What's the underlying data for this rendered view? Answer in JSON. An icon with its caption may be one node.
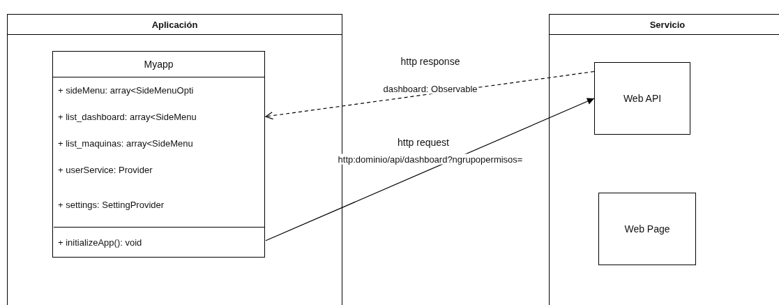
{
  "diagram": {
    "nodes": [
      {
        "text": [
          "Aplicación"
        ]
      },
      {
        "text": [
          "Myapp"
        ],
        "in": 0
      },
      {
        "text": [
          "+ sideMenu: array<SideMenuOpti"
        ],
        "in": 1
      },
      {
        "text": [
          "+ list_dashboard: array<SideMenu"
        ],
        "in": 1
      },
      {
        "text": [
          "+ list_maquinas: array<SideMenu"
        ],
        "in": 1
      },
      {
        "text": [
          "+ userService: Provider"
        ],
        "in": 1
      },
      {
        "text": [
          "+ settings: SettingProvider"
        ],
        "in": 1
      },
      {
        "text": [
          "+ initializeApp(): void"
        ],
        "in": 1
      },
      {
        "text": [
          "Servicio"
        ]
      },
      {
        "text": [
          "Web API"
        ],
        "in": 8
      },
      {
        "text": [
          "Web Page"
        ],
        "in": 8
      }
    ],
    "edges": [
      {
        "from": 9,
        "to": 3,
        "arrow": "to",
        "style": "dashed",
        "label": "dashboard: Observable"
      },
      {
        "from": 7,
        "to": 9,
        "arrow": "to",
        "label": "http:dominio/api/dashboard?ngrupopermisos="
      }
    ],
    "labels": [
      "http response",
      "http request"
    ]
  }
}
